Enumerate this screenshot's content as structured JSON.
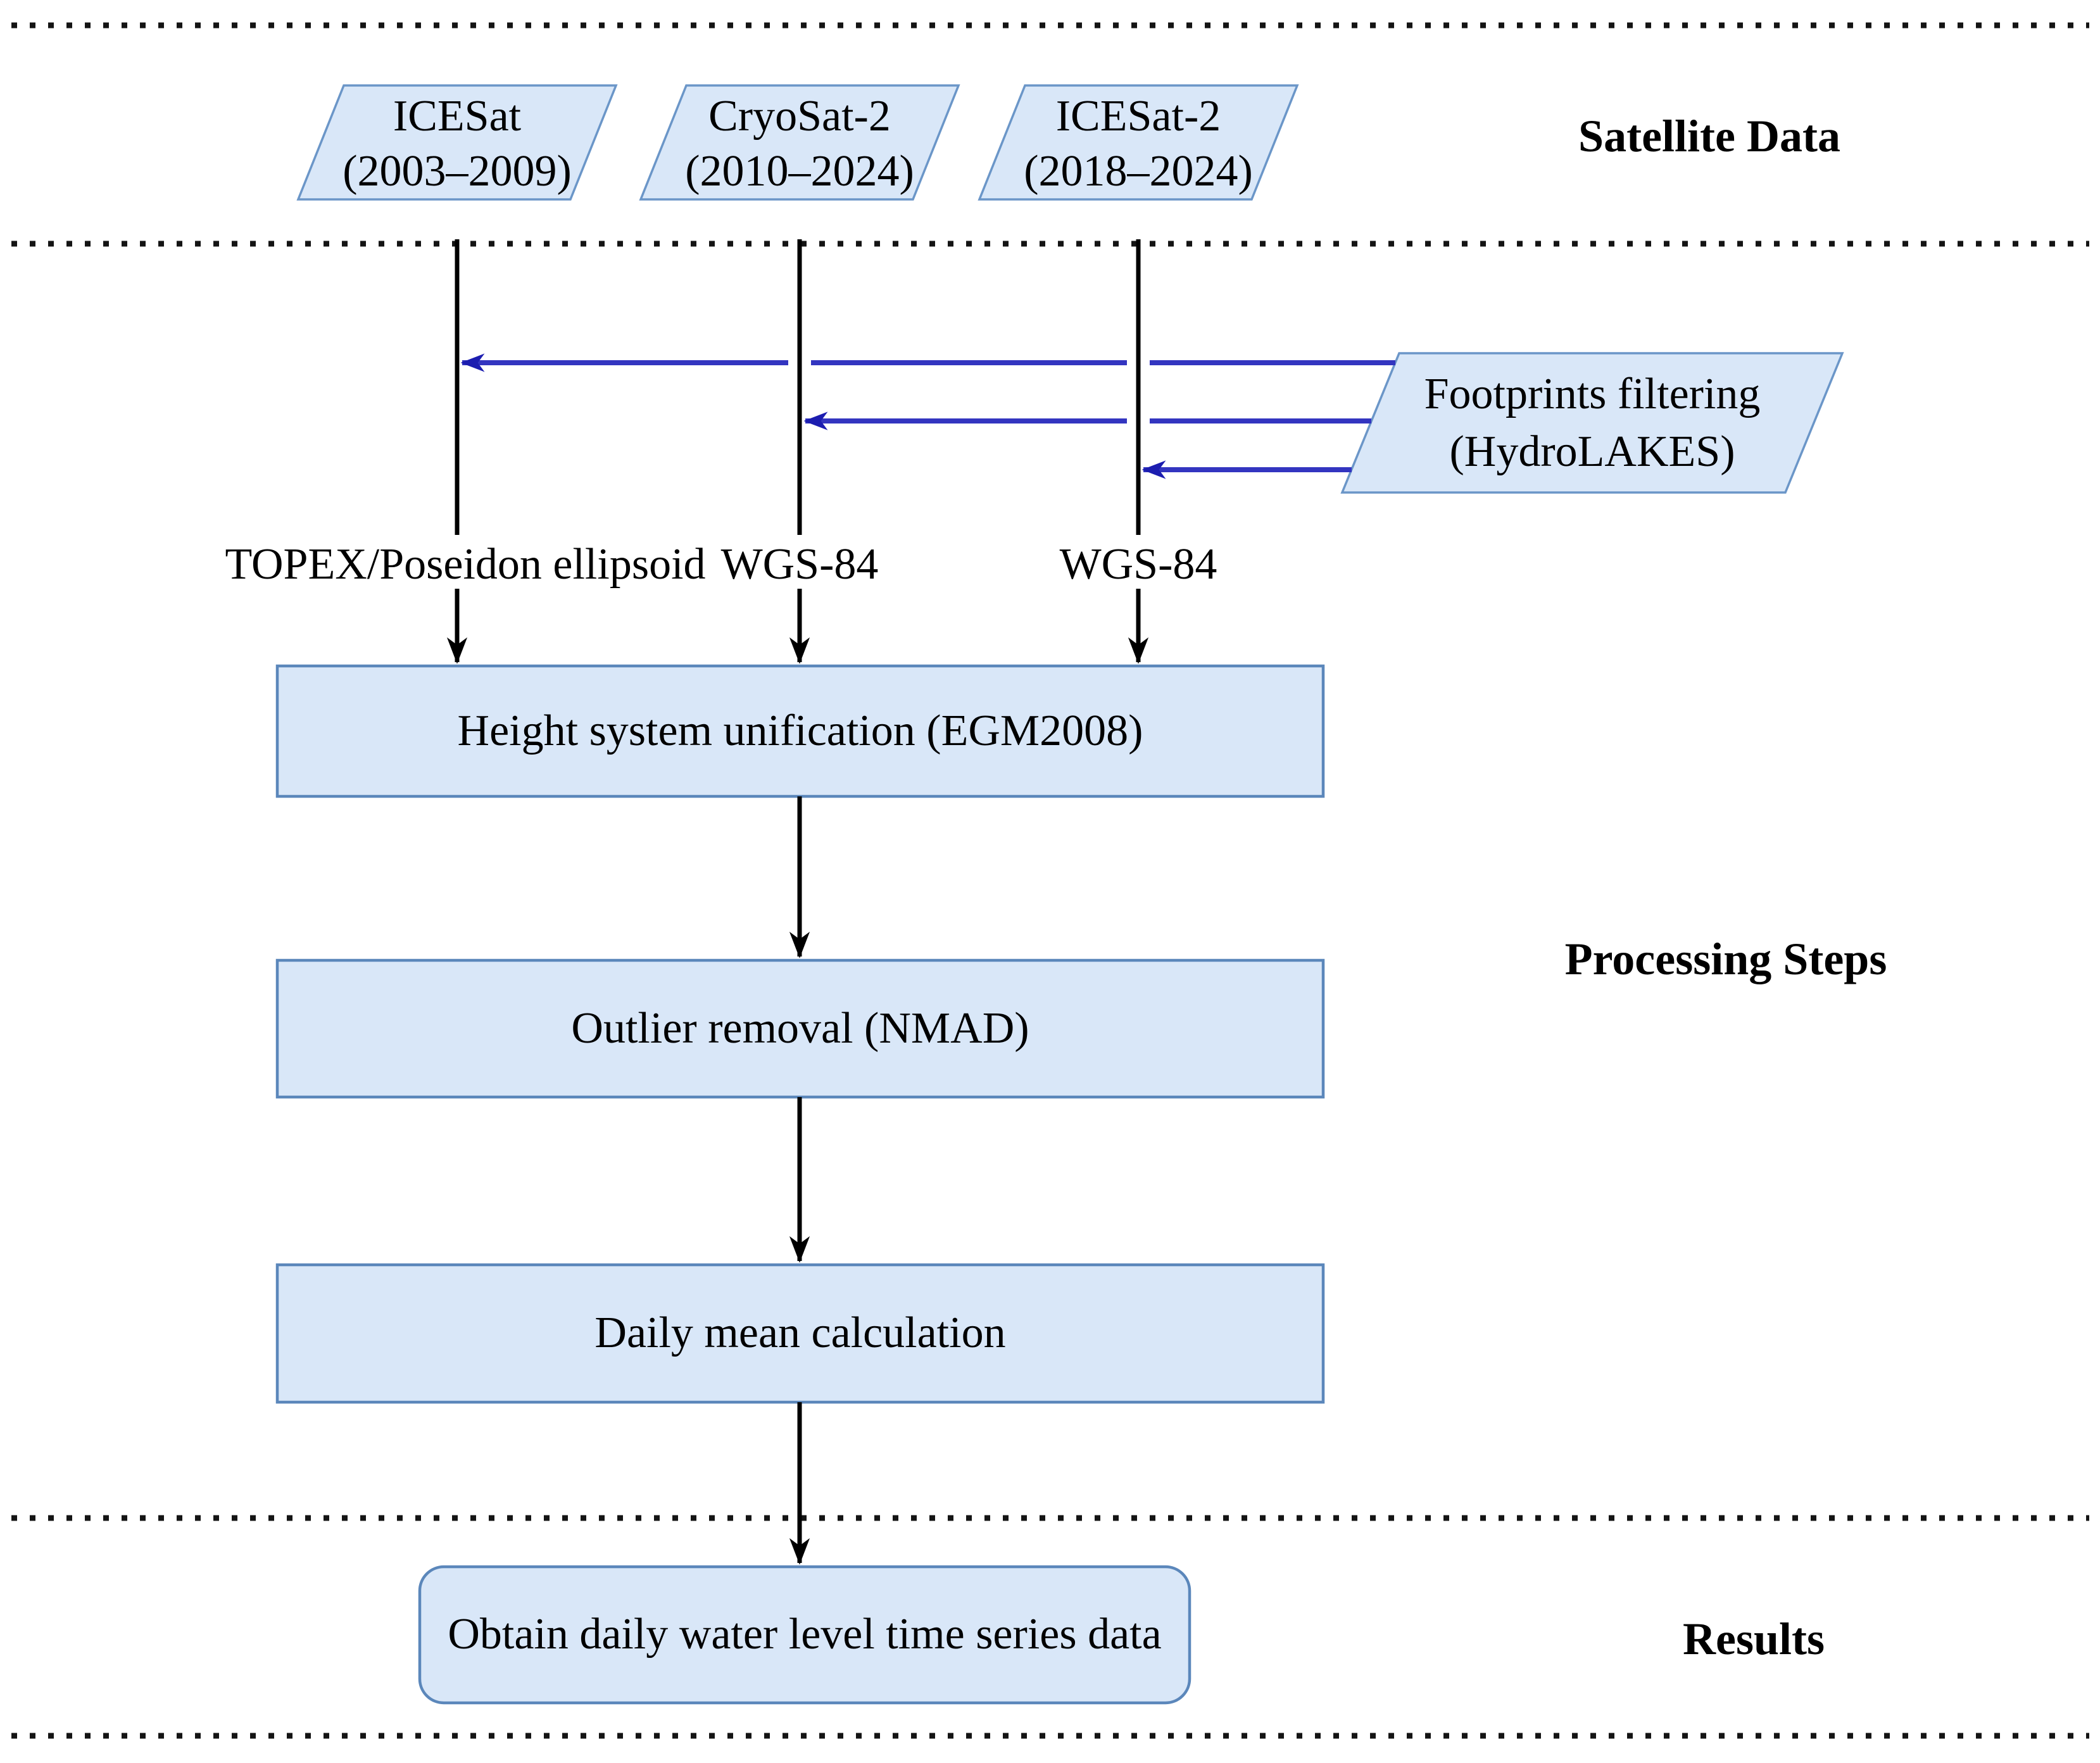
{
  "sections": {
    "satellite": "Satellite Data",
    "processing": "Processing Steps",
    "results": "Results"
  },
  "satellites": [
    {
      "name": "ICESat",
      "period": "(2003–2009)",
      "datum": "TOPEX/Poseidon ellipsoid"
    },
    {
      "name": "CryoSat-2",
      "period": "(2010–2024)",
      "datum": "WGS-84"
    },
    {
      "name": "ICESat-2",
      "period": "(2018–2024)",
      "datum": "WGS-84"
    }
  ],
  "filtering": {
    "line1": "Footprints filtering",
    "line2": "(HydroLAKES)"
  },
  "steps": [
    "Height system unification (EGM2008)",
    "Outlier removal (NMAD)",
    "Daily mean calculation"
  ],
  "result": "Obtain daily water level time series data",
  "colors": {
    "node_fill": "#d9e7f8",
    "node_border": "#5b87bb",
    "para_border": "#6b96c8",
    "arrow_blue": "#3335c0",
    "arrowhead_blue": "#1c1db0",
    "arrow_black": "#000000",
    "dotted_line": "#141414"
  }
}
